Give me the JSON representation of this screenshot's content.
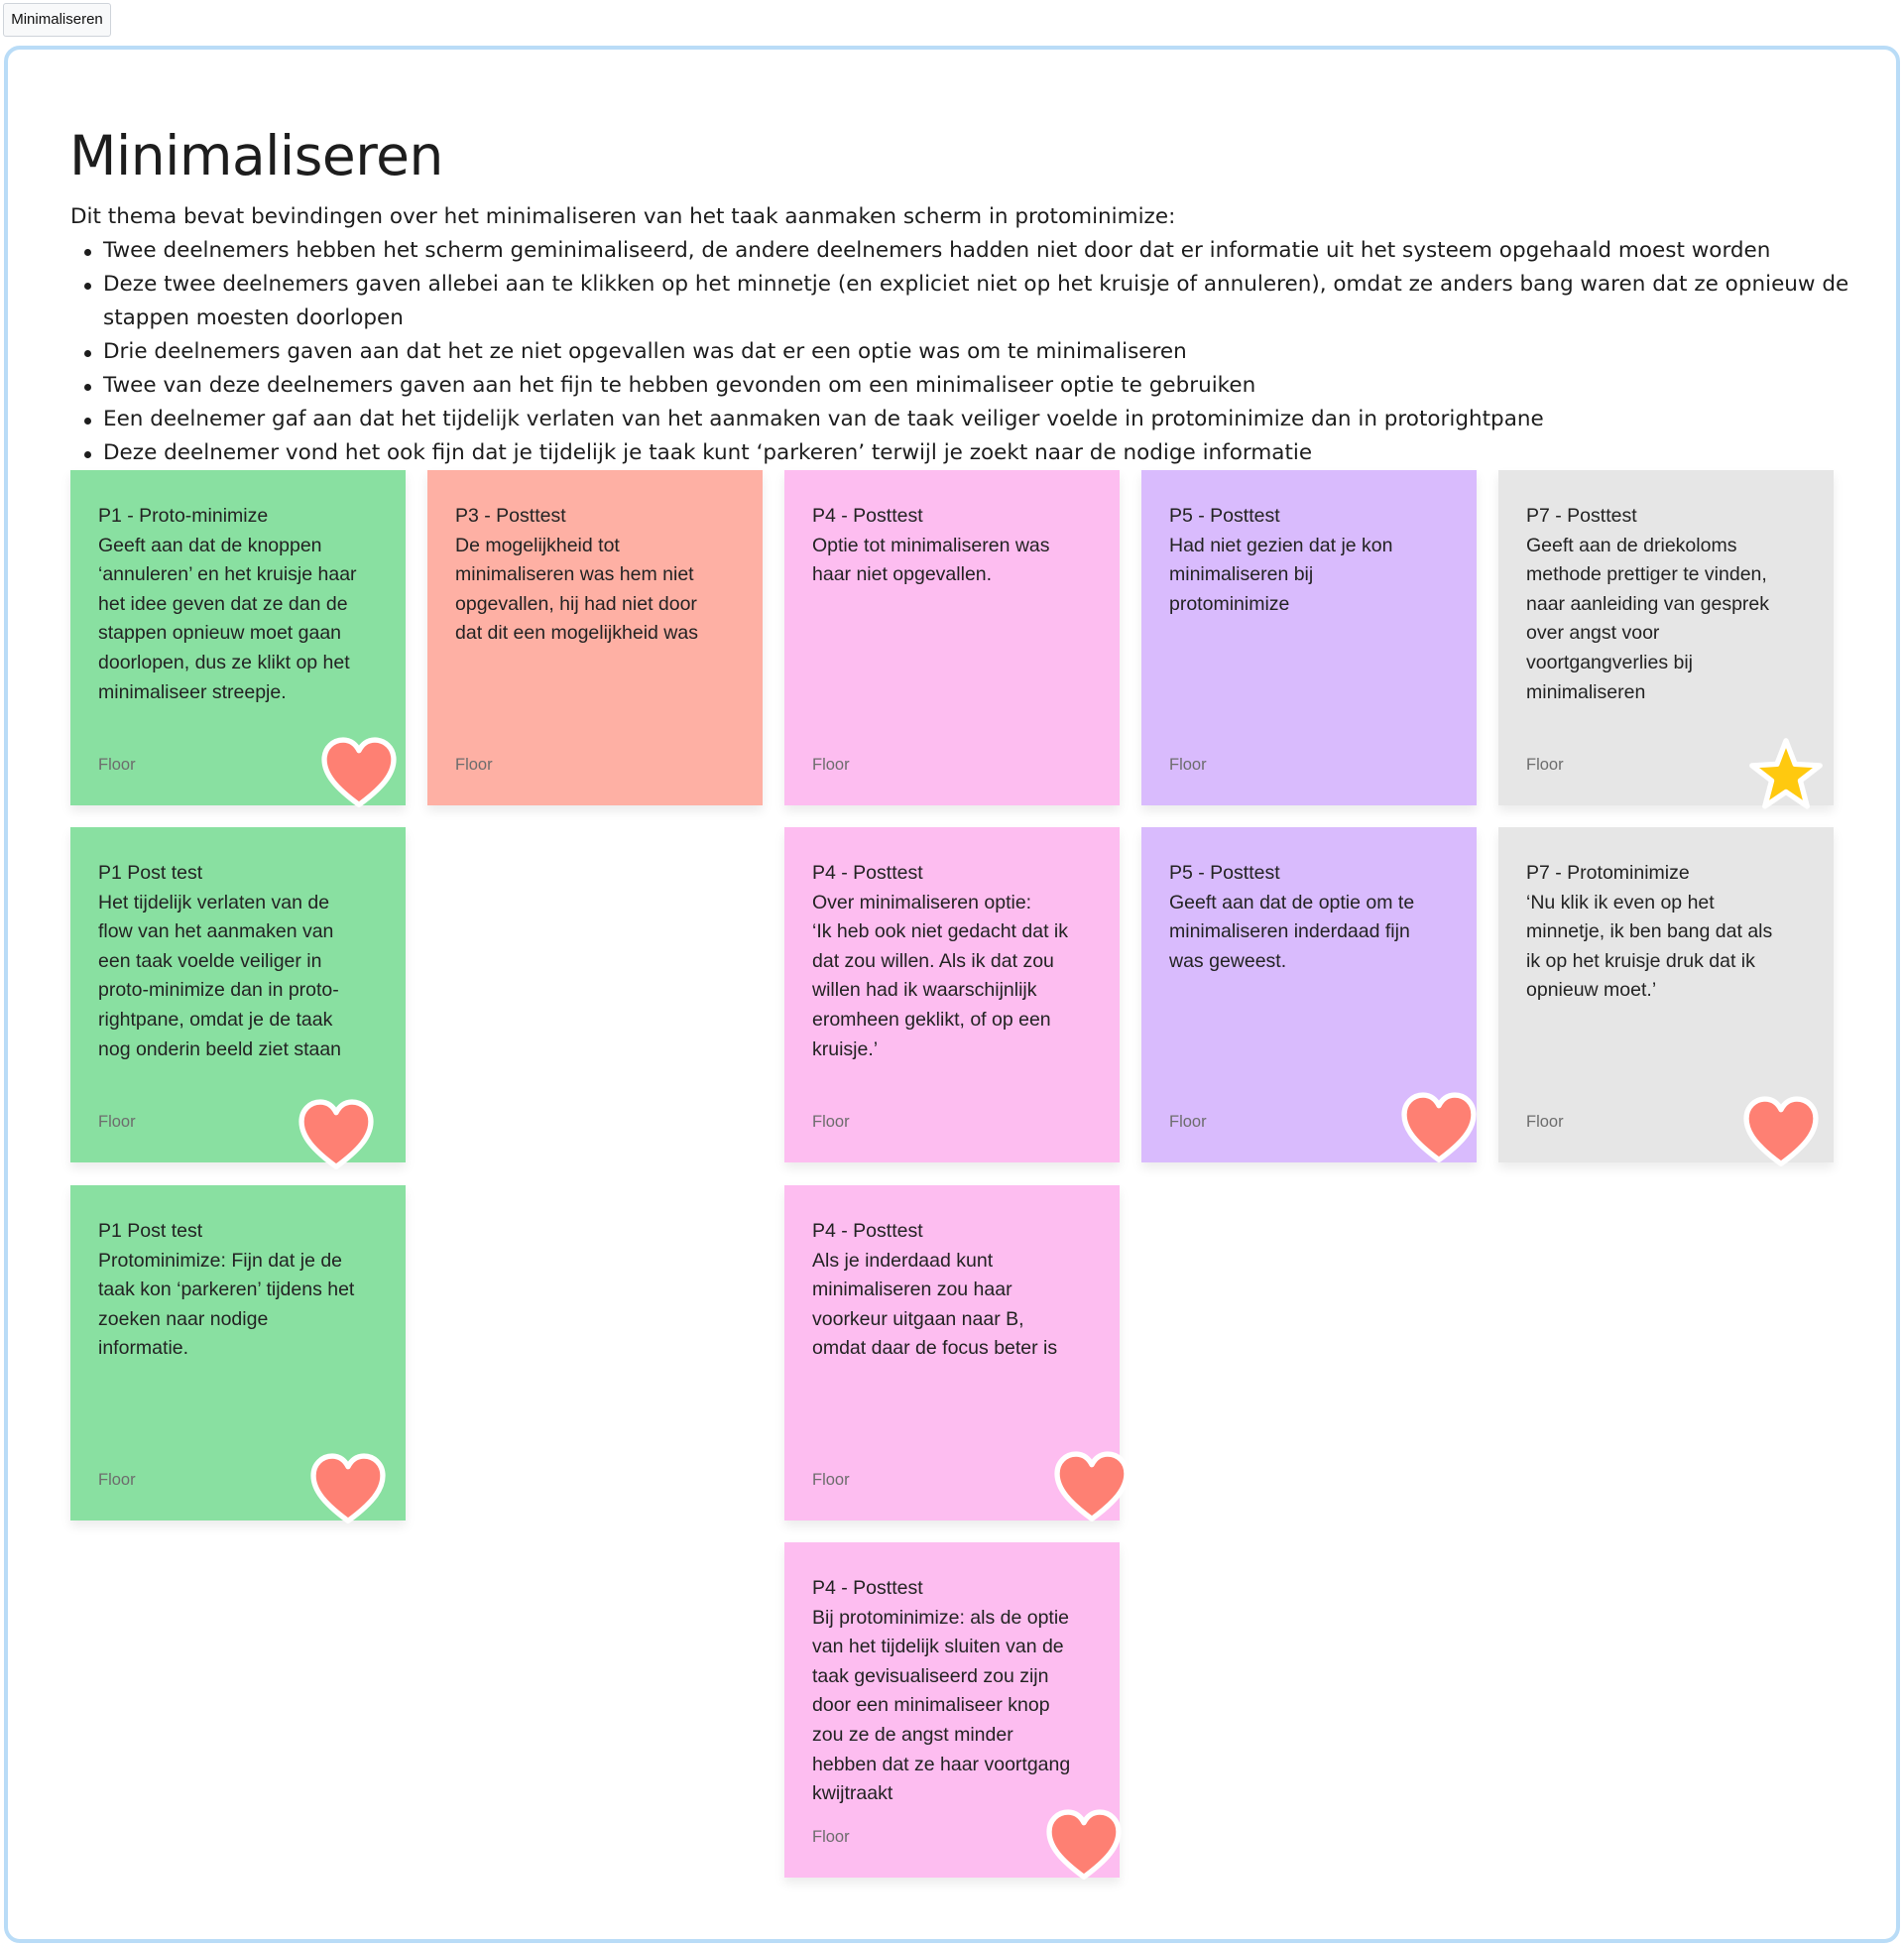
{
  "tab": {
    "label": "Minimaliseren"
  },
  "page": {
    "title": "Minimaliseren",
    "intro": "Dit thema bevat bevindingen over het minimaliseren van het taak aanmaken scherm in protominimize:",
    "bullets": [
      "Twee deelnemers hebben het scherm geminimaliseerd, de andere deelnemers hadden niet door dat er informatie uit het systeem opgehaald moest worden",
      "Deze twee deelnemers gaven allebei aan te klikken op het minnetje (en expliciet niet op het kruisje of annuleren), omdat ze anders bang waren dat ze opnieuw de stappen moesten doorlopen",
      "Drie deelnemers gaven aan dat het ze niet opgevallen was dat er een optie was om te minimaliseren",
      "Twee van deze deelnemers gaven aan het fijn te hebben gevonden om een minimaliseer optie te gebruiken",
      "Een deelnemer gaf aan dat het tijdelijk verlaten van het aanmaken van de taak veiliger voelde in protominimize dan in protorightpane",
      "Deze deelnemer vond het ook fijn dat je tijdelijk je taak kunt ‘parkeren’ terwijl je zoekt naar de nodige informatie"
    ]
  },
  "colors": {
    "green": "#89e0a1",
    "salmon": "#feb0a4",
    "pink": "#fdbdf0",
    "purple": "#d9bbfd",
    "gray": "#e6e6e6",
    "heart": "#fe8073",
    "star": "#ffc90f",
    "frame_border": "#b9dcf7"
  },
  "notes": [
    {
      "title": "P1 - Proto-minimize",
      "body": "Geeft aan dat de knoppen\n‘annuleren’ en het kruisje haar\nhet idee geven dat ze dan de\nstappen opnieuw moet gaan\ndoorlopen, dus ze klikt op het\nminimaliseer streepje.",
      "author": "Floor",
      "sticker": "heart-icon"
    },
    {
      "title": "P3 - Posttest",
      "body": "De mogelijkheid tot\nminimaliseren was hem niet\nopgevallen, hij had niet door\ndat dit een mogelijkheid was",
      "author": "Floor",
      "sticker": ""
    },
    {
      "title": "P4 - Posttest",
      "body": "Optie tot minimaliseren was\nhaar niet opgevallen.",
      "author": "Floor",
      "sticker": ""
    },
    {
      "title": "P5 - Posttest",
      "body": "Had niet gezien dat je kon\nminimaliseren bij\nprotominimize",
      "author": "Floor",
      "sticker": ""
    },
    {
      "title": "P7 - Posttest",
      "body": "Geeft aan de driekoloms\nmethode prettiger te vinden,\nnaar aanleiding van gesprek\nover angst voor\nvoortgangverlies bij\nminimaliseren",
      "author": "Floor",
      "sticker": "star-icon"
    },
    {
      "title": "P1 Post test",
      "body": "Het tijdelijk verlaten van de\nflow van het aanmaken van\neen taak voelde veiliger in\nproto-minimize dan in proto-\nrightpane, omdat je de taak\nnog onderin beeld ziet staan",
      "author": "Floor",
      "sticker": "heart-icon"
    },
    {
      "title": "P4 - Posttest",
      "body": "Over minimaliseren optie:\n‘Ik heb ook niet gedacht dat ik\ndat zou willen. Als ik dat zou\nwillen had ik waarschijnlijk\neromheen geklikt, of op een\nkruisje.’",
      "author": "Floor",
      "sticker": ""
    },
    {
      "title": "P5 - Posttest",
      "body": "Geeft aan dat de optie om te\nminimaliseren inderdaad fijn\nwas geweest.",
      "author": "Floor",
      "sticker": "heart-icon"
    },
    {
      "title": "P7 - Protominimize",
      "body": "‘Nu klik ik even op het\nminnetje, ik ben bang dat als\nik op het kruisje druk dat ik\nopnieuw moet.’",
      "author": "Floor",
      "sticker": "heart-icon"
    },
    {
      "title": "P1 Post test",
      "body": "Protominimize: Fijn dat je de\ntaak kon ‘parkeren’ tijdens het\nzoeken naar nodige\ninformatie.",
      "author": "Floor",
      "sticker": "heart-icon"
    },
    {
      "title": "P4 - Posttest",
      "body": "Als je inderdaad kunt\nminimaliseren zou haar\nvoorkeur uitgaan naar B,\nomdat daar de focus beter is",
      "author": "Floor",
      "sticker": "heart-icon"
    },
    {
      "title": "P4 - Posttest",
      "body": "Bij protominimize: als de optie\nvan het tijdelijk sluiten van de\ntaak gevisualiseerd zou zijn\ndoor een minimaliseer knop\nzou ze de angst minder\nhebben dat ze haar voortgang\nkwijtraakt",
      "author": "Floor",
      "sticker": "heart-icon"
    }
  ]
}
